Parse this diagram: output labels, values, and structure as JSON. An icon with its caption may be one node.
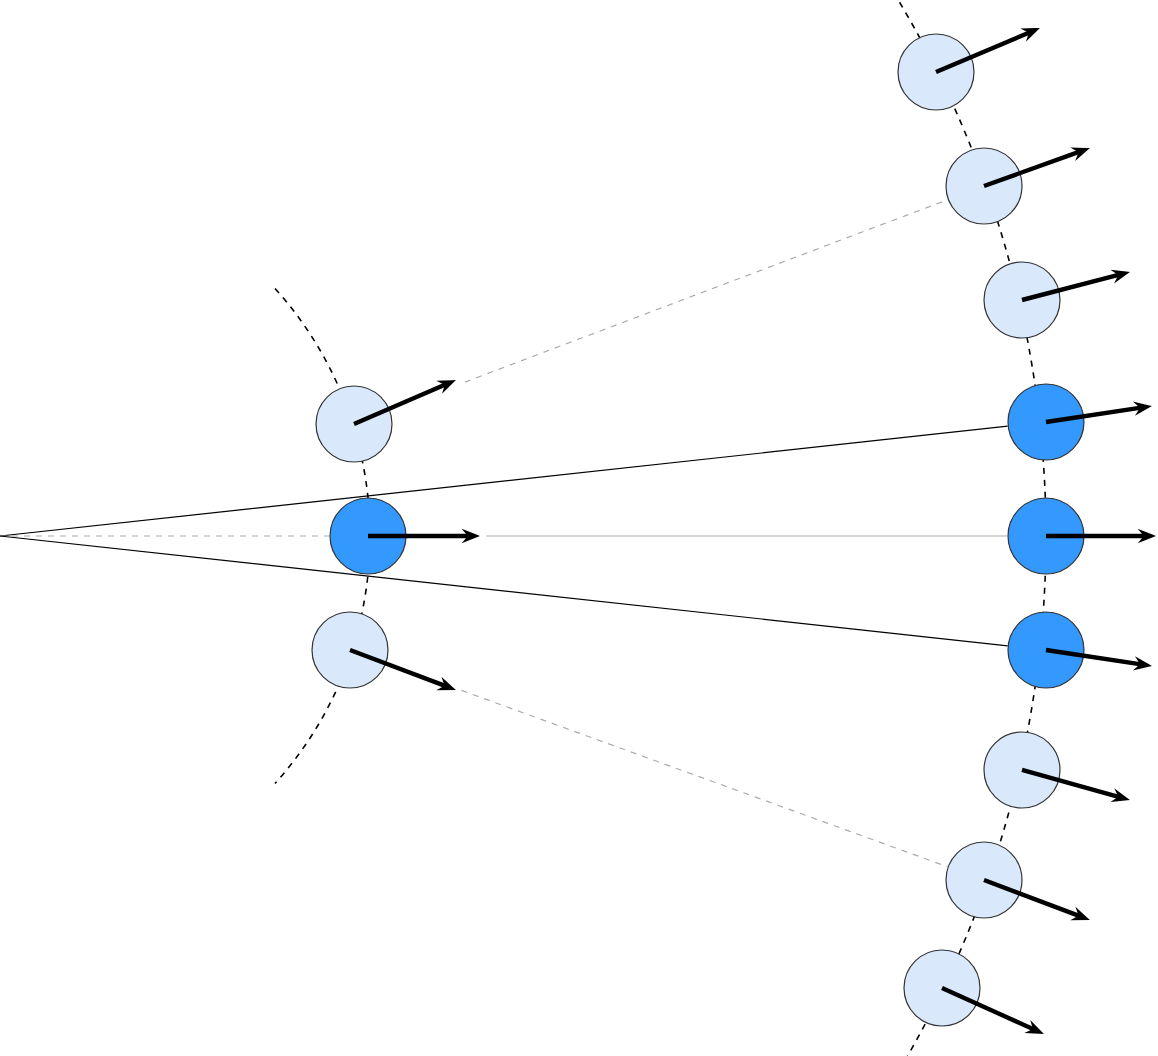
{
  "diagram": {
    "nodes": [
      {
        "text": [],
        "shape": "circle"
      },
      {
        "text": [],
        "shape": "circle"
      },
      {
        "text": [],
        "shape": "circle"
      },
      {
        "text": [],
        "shape": "circle"
      },
      {
        "text": [],
        "shape": "circle"
      },
      {
        "text": [],
        "shape": "circle"
      },
      {
        "text": [],
        "shape": "circle"
      },
      {
        "text": [],
        "shape": "circle"
      },
      {
        "text": [],
        "shape": "circle"
      },
      {
        "text": [],
        "shape": "circle"
      },
      {
        "text": [],
        "shape": "circle"
      },
      {
        "text": [],
        "shape": "circle"
      }
    ],
    "edges": [
      {
        "from": null,
        "to": 6,
        "arrow": "none",
        "color": "#000000"
      },
      {
        "from": null,
        "to": 1,
        "arrow": "none",
        "style": "dashed"
      },
      {
        "from": 1,
        "to": 7,
        "arrow": "none"
      },
      {
        "from": null,
        "to": 8,
        "arrow": "none",
        "color": "#000000"
      },
      {
        "from": 0,
        "to": 4,
        "arrow": "none",
        "style": "dashed"
      },
      {
        "from": 2,
        "to": 10,
        "arrow": "none",
        "style": "dashed"
      }
    ]
  }
}
